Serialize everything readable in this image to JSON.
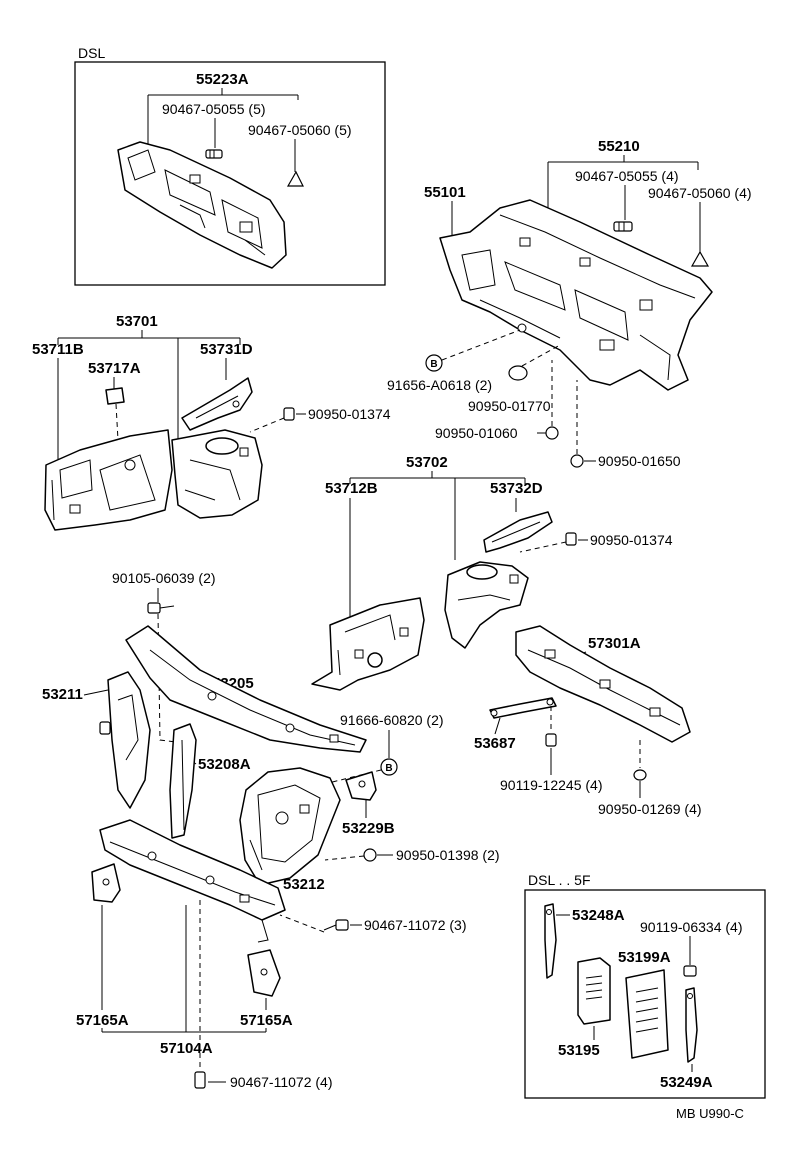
{
  "labels": {
    "dsl_top": "DSL",
    "p55223a": "55223A",
    "p90467_05055_5": "90467-05055 (5)",
    "p90467_05060_5": "90467-05060 (5)",
    "p55210": "55210",
    "p90467_05055_4": "90467-05055 (4)",
    "p90467_05060_4": "90467-05060 (4)",
    "p55101": "55101",
    "p91656_a0618": "91656-A0618 (2)",
    "p90950_01770": "90950-01770",
    "p90950_01060": "90950-01060",
    "p90950_01650": "90950-01650",
    "p53701": "53701",
    "p53711b": "53711B",
    "p53717a": "53717A",
    "p53731d": "53731D",
    "p90950_01374_a": "90950-01374",
    "p53702": "53702",
    "p53712b": "53712B",
    "p53732d": "53732D",
    "p90950_01374_b": "90950-01374",
    "p90105_06039": "90105-06039 (2)",
    "p53211": "53211",
    "p53205": "53205",
    "p53208a": "53208A",
    "p91666_60820": "91666-60820 (2)",
    "p57301a": "57301A",
    "p53687": "53687",
    "p90119_12245": "90119-12245 (4)",
    "p90950_01269": "90950-01269 (4)",
    "p53229b": "53229B",
    "p90950_01398": "90950-01398 (2)",
    "p53212": "53212",
    "p90467_11072_3": "90467-11072 (3)",
    "p57165a_left": "57165A",
    "p57165a_right": "57165A",
    "p57104a": "57104A",
    "p90467_11072_4": "90467-11072 (4)",
    "dsl_5f": "DSL . . 5F",
    "p53248a": "53248A",
    "p90119_06334": "90119-06334 (4)",
    "p53199a": "53199A",
    "p53195": "53195",
    "p53249a": "53249A",
    "figure_code": "MB U990-C"
  },
  "markers": {
    "b_letter": "B"
  }
}
